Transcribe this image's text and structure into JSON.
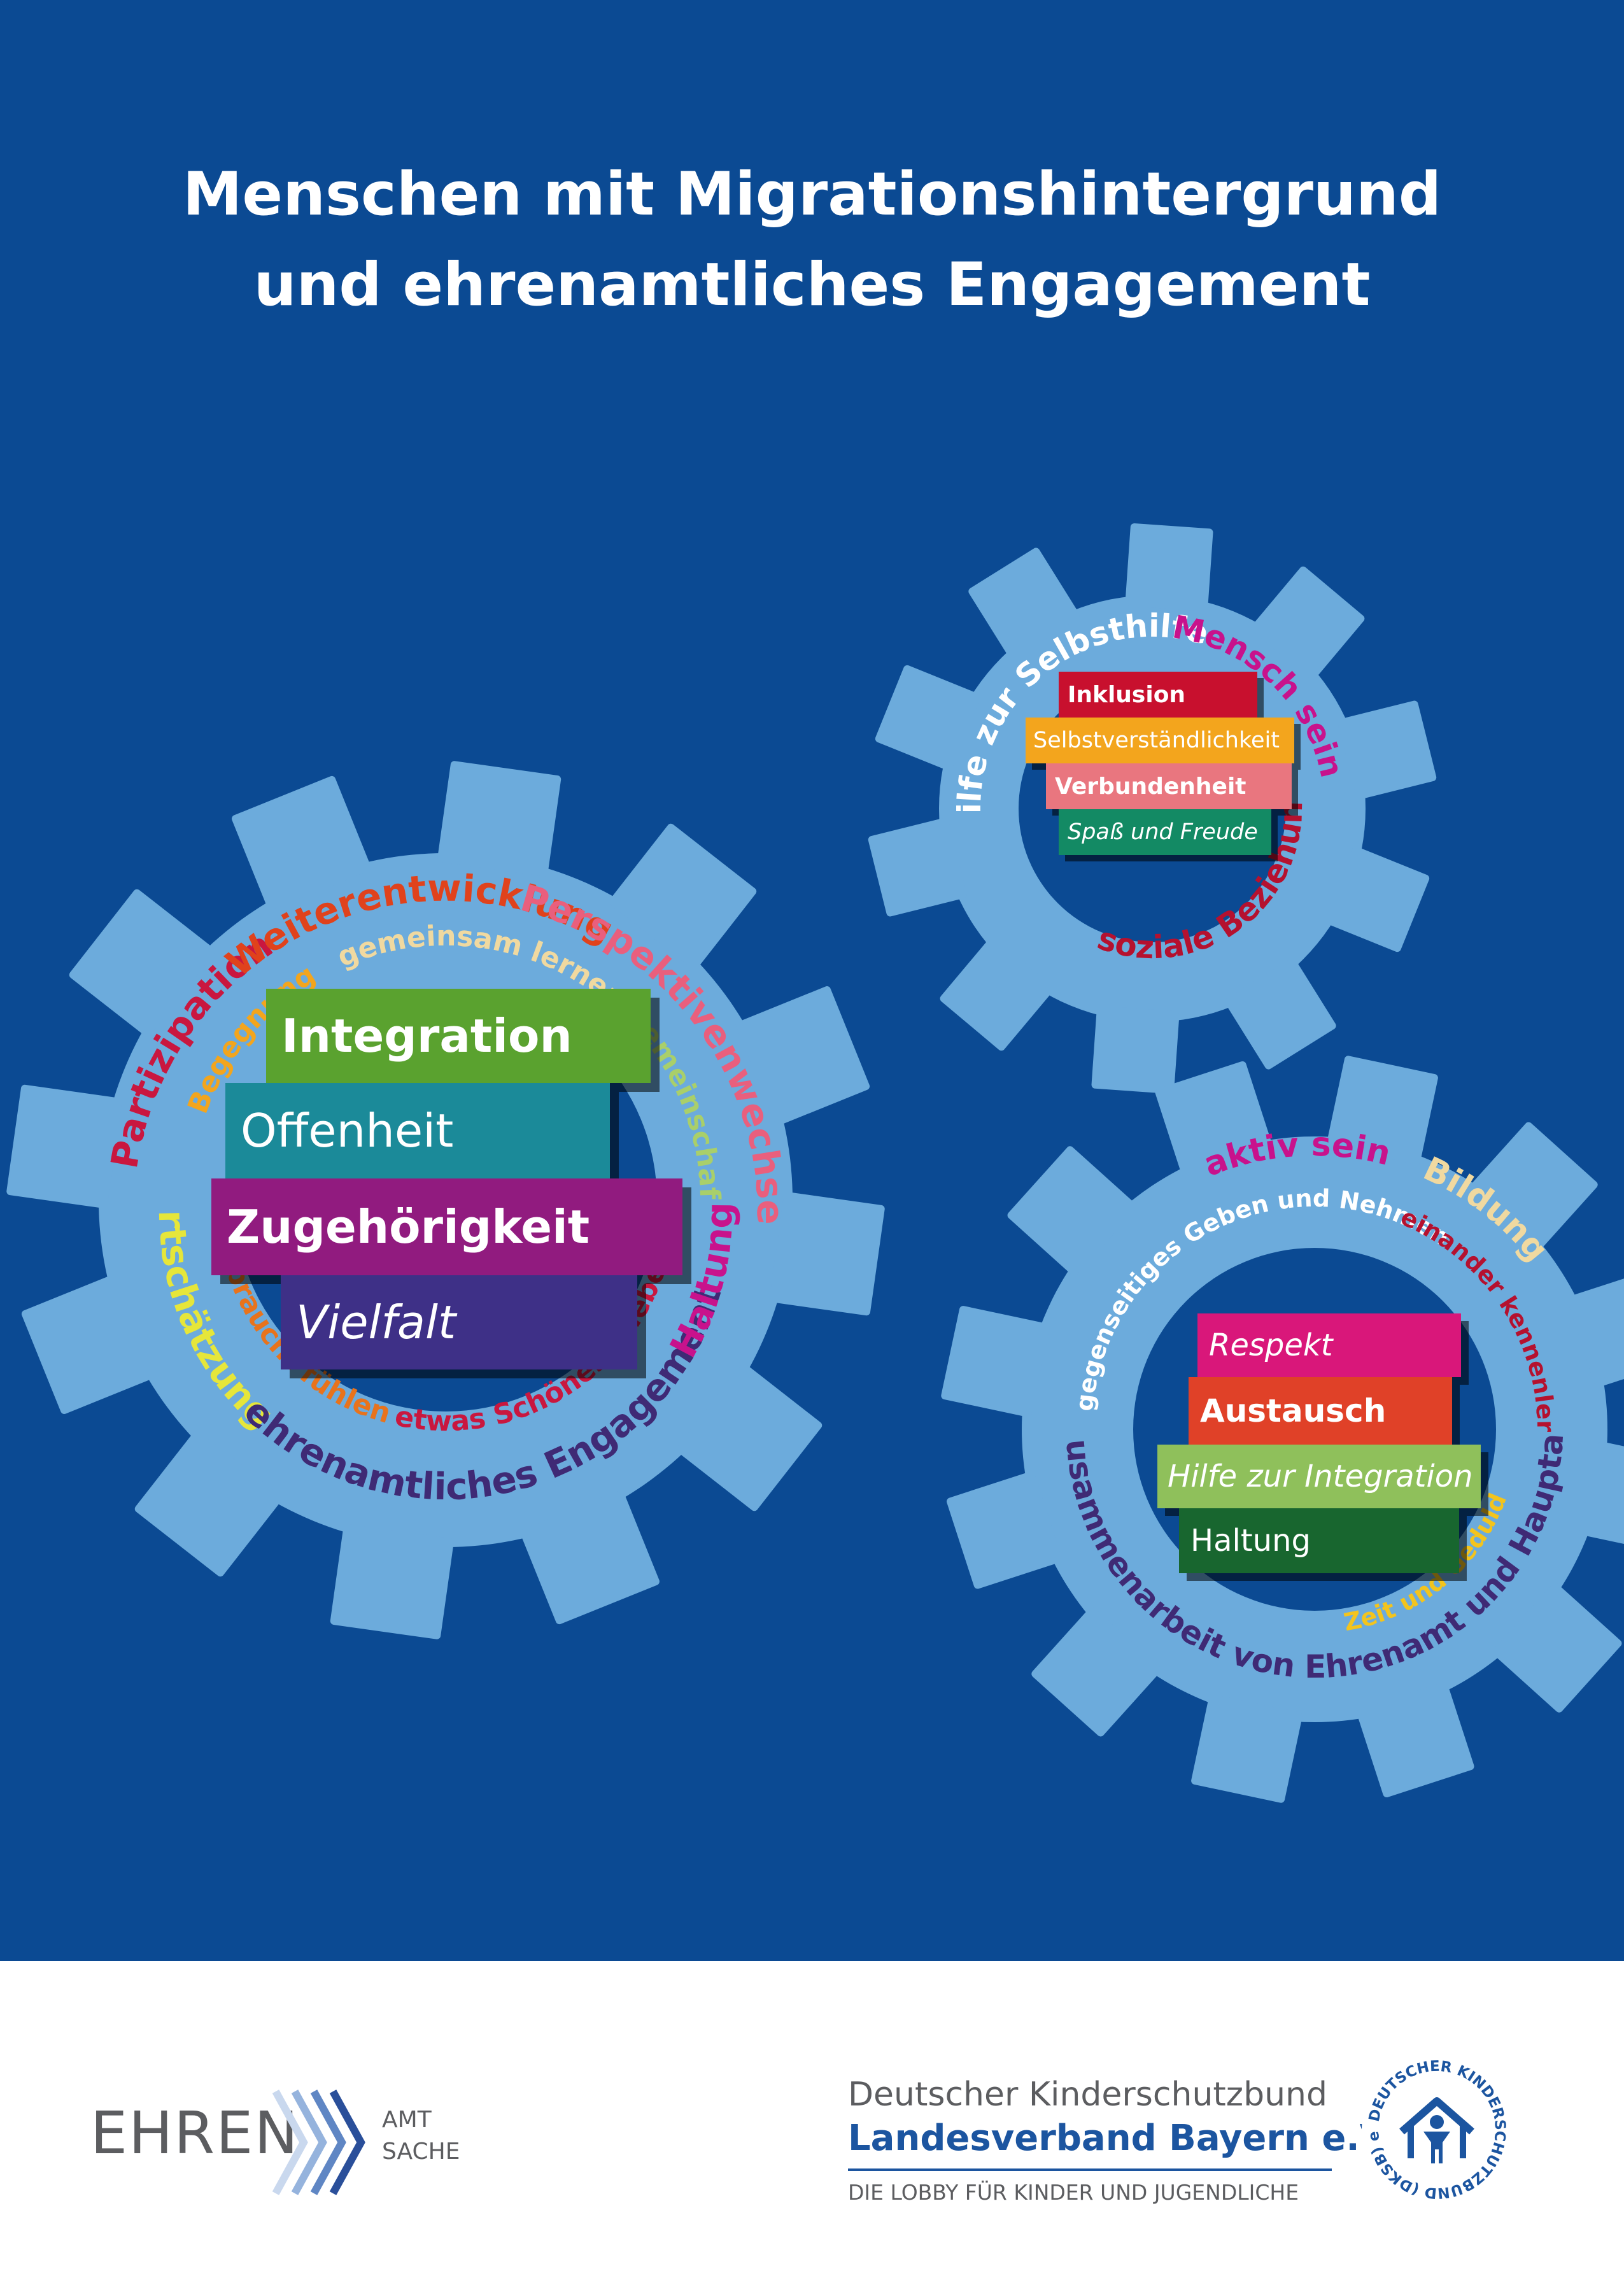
{
  "title": {
    "line1": "Menschen mit Migrationshintergrund",
    "line2": "und ehrenamtliches Engagement"
  },
  "colors": {
    "background": "#0b4a93",
    "gear": "#6cabdc"
  },
  "gear_left": {
    "outer_words": {
      "partizipation": "Partizipation",
      "weiterentwicklung": "Weiterentwicklung",
      "perspektivenwechsel": "Perspektivenwechsel",
      "haltung": "Haltung",
      "ehrenamtliches": "ehrenamtliches Engagement",
      "wertschaetzung": "Wertschätzung"
    },
    "inner_words": {
      "begegnung": "Begegnung",
      "gemeinsam": "gemeinsam lernen",
      "gemeinschaft": "Gemeinschaft",
      "etwas": "etwas Schönes erleben",
      "gebraucht": "sich gebraucht fühlen"
    },
    "boxes": [
      "Integration",
      "Offenheit",
      "Zugehörigkeit",
      "Vielfalt"
    ]
  },
  "gear_top_right": {
    "outer_words": {
      "hilfe": "Hilfe zur Selbsthilfe",
      "mensch": "Mensch sein",
      "soziale": "soziale Beziehung"
    },
    "boxes": [
      "Inklusion",
      "Selbstverständlichkeit",
      "Verbundenheit",
      "Spaß und Freude"
    ]
  },
  "gear_bottom_right": {
    "outer_words": {
      "aktiv": "aktiv sein",
      "bildung": "Bildung",
      "zusammenarbeit": "Zusammenarbeit von Ehrenamt und Hauptamt"
    },
    "inner_words": {
      "geben": "gegenseitiges Geben und Nehmen",
      "kennenlernen": "einander kennenlernen",
      "zeit": "Zeit und Geduld"
    },
    "boxes": [
      "Respekt",
      "Austausch",
      "Hilfe zur Integration",
      "Haltung"
    ]
  },
  "footer": {
    "ehren_logo": {
      "ehren": "EHREN",
      "amt": "AMT",
      "sache": "SACHE"
    },
    "dksb": {
      "line1": "Deutscher Kinderschutzbund",
      "line2": "Landesverband Bayern e.V.",
      "line3": "DIE LOBBY FÜR KINDER UND JUGENDLICHE",
      "seal_text": "DEUTSCHER KINDERSCHUTZBUND (DKSB) e.V."
    }
  }
}
